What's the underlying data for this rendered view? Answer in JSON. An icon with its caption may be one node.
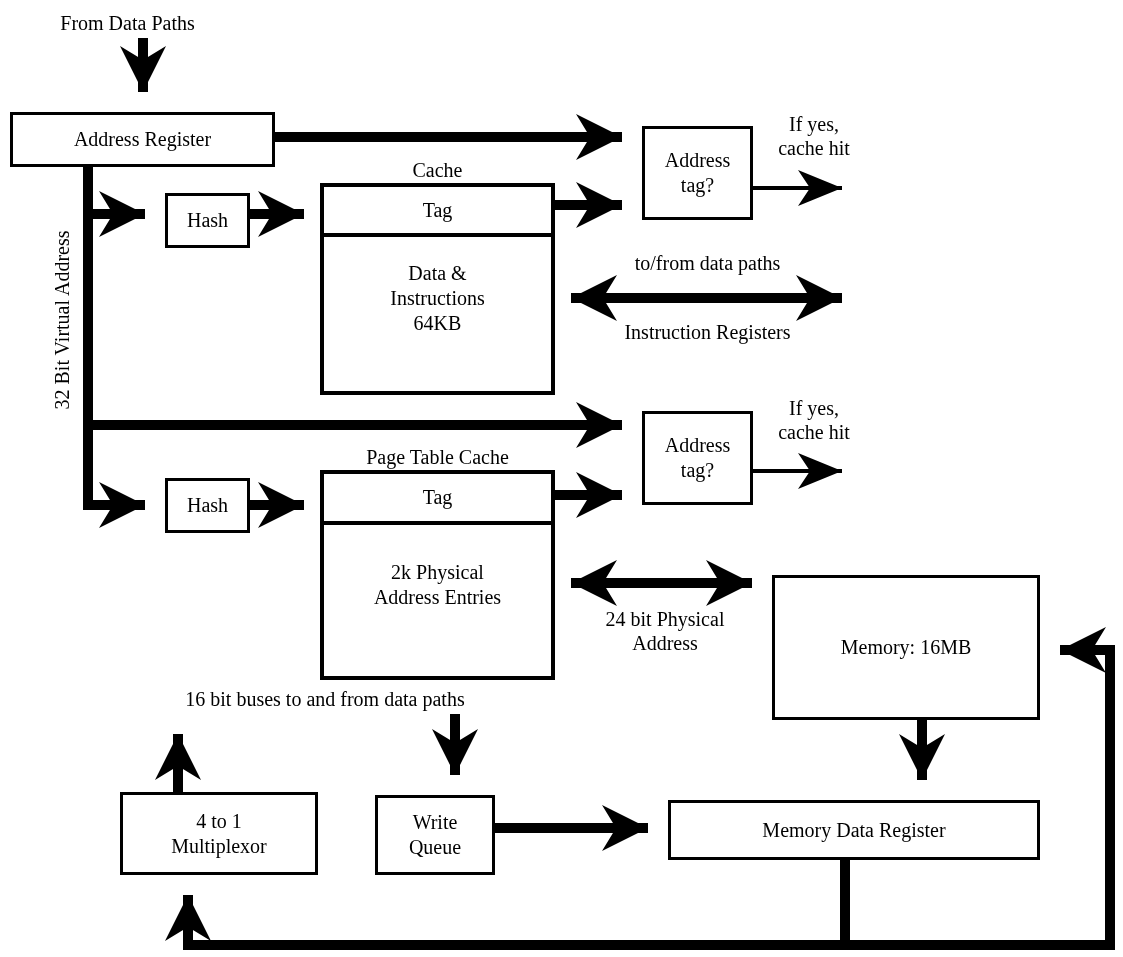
{
  "diagram": {
    "nodes": [
      {
        "text": [
          "From Data Paths"
        ]
      },
      {
        "text": [
          "Address Register"
        ]
      },
      {
        "text": [
          "Cache"
        ]
      },
      {
        "text": [
          "Tag"
        ],
        "in": 2
      },
      {
        "text": [
          "Data & Instructions 64KB"
        ],
        "in": 2
      },
      {
        "text": [
          "Hash"
        ]
      },
      {
        "text": [
          "Address tag?"
        ]
      },
      {
        "text": [
          "Page Table Cache"
        ]
      },
      {
        "text": [
          "Tag"
        ],
        "in": 7
      },
      {
        "text": [
          "2k Physical Address Entries"
        ],
        "in": 7
      },
      {
        "text": [
          "Hash"
        ]
      },
      {
        "text": [
          "Address tag?"
        ]
      },
      {
        "text": [
          "Memory: 16MB"
        ]
      },
      {
        "text": [
          "16 bit buses to and from data paths"
        ]
      },
      {
        "text": [
          "4 to 1 Multiplexor"
        ]
      },
      {
        "text": [
          "Write Queue"
        ]
      },
      {
        "text": [
          "Memory Data Register"
        ]
      }
    ],
    "edges": [
      {
        "from": 0,
        "to": 1,
        "arrow": "to"
      },
      {
        "from": 1,
        "to": 6,
        "arrow": "to"
      },
      {
        "from": 1,
        "to": 5,
        "arrow": "to"
      },
      {
        "from": 5,
        "to": 3,
        "arrow": "to"
      },
      {
        "from": 3,
        "to": 6,
        "arrow": "to"
      },
      {
        "from": 6,
        "to": null,
        "arrow": "to",
        "label": "If yes, cache hit"
      },
      {
        "from": 4,
        "to": null,
        "arrow": "both",
        "label": "to/from data paths"
      },
      {
        "from": 1,
        "to": 11,
        "arrow": "to"
      },
      {
        "from": 1,
        "to": 10,
        "arrow": "to"
      },
      {
        "from": 10,
        "to": 8,
        "arrow": "to"
      },
      {
        "from": 8,
        "to": 11,
        "arrow": "to"
      },
      {
        "from": 11,
        "to": null,
        "arrow": "to",
        "label": "If yes, cache hit"
      },
      {
        "from": 9,
        "to": 12,
        "arrow": "both",
        "label": "24 bit Physical Address"
      },
      {
        "from": 12,
        "to": 16,
        "arrow": "to"
      },
      {
        "from": 13,
        "to": 15,
        "arrow": "to"
      },
      {
        "from": 14,
        "to": 13,
        "arrow": "to"
      },
      {
        "from": 15,
        "to": 16,
        "arrow": "to"
      },
      {
        "from": 16,
        "to": 14,
        "arrow": "to"
      },
      {
        "from": 16,
        "to": 12,
        "arrow": "to"
      }
    ],
    "labels": [
      "32 Bit Virtual Address",
      "Instruction Registers"
    ]
  }
}
